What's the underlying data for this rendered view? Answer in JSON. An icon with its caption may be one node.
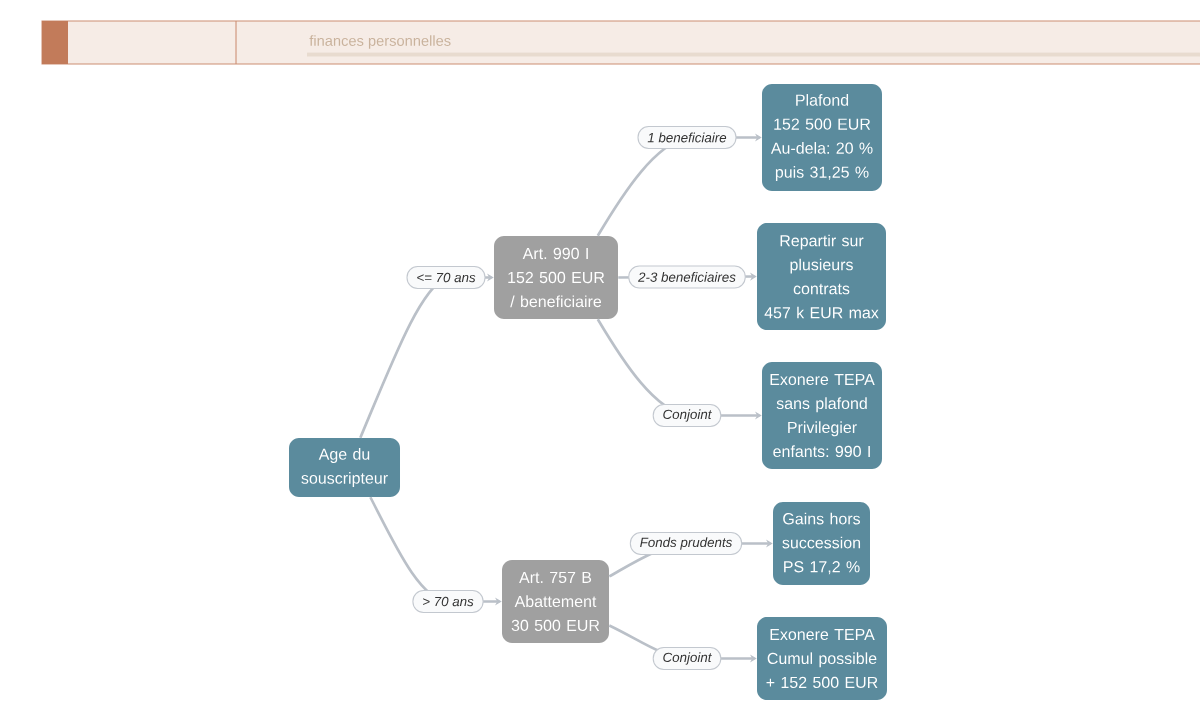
{
  "diagram": {
    "nodes": [
      {
        "text": [
          "Age du souscripteur"
        ]
      },
      {
        "text": [
          "Art. 990 I",
          "152 500 EUR",
          "/ beneficiaire"
        ]
      },
      {
        "text": [
          "Art. 757 B",
          "Abattement",
          "30 500 EUR"
        ]
      },
      {
        "text": [
          "Plafond",
          "152 500 EUR",
          "Au-dela: 20 %",
          "puis 31,25 %"
        ]
      },
      {
        "text": [
          "Repartir sur plusieurs contrats",
          "457 k EUR max"
        ]
      },
      {
        "text": [
          "Exonere TEPA",
          "sans plafond",
          "Privilegier enfants: 990 I"
        ]
      },
      {
        "text": [
          "Gains hors succession",
          "PS 17,2 %"
        ]
      },
      {
        "text": [
          "Exonere TEPA",
          "Cumul possible",
          "+ 152 500 EUR"
        ]
      }
    ],
    "edges": [
      {
        "from": 0,
        "to": 1,
        "arrow": "to",
        "label": "<= 70 ans"
      },
      {
        "from": 0,
        "to": 2,
        "arrow": "to",
        "label": "> 70 ans"
      },
      {
        "from": 1,
        "to": 3,
        "arrow": "to",
        "label": "1 beneficiaire"
      },
      {
        "from": 1,
        "to": 4,
        "arrow": "to",
        "label": "2-3 beneficiaires"
      },
      {
        "from": 1,
        "to": 5,
        "arrow": "to",
        "label": "Conjoint"
      },
      {
        "from": 2,
        "to": 6,
        "arrow": "to",
        "label": "Fonds prudents"
      },
      {
        "from": 2,
        "to": 7,
        "arrow": "to",
        "label": "Conjoint"
      }
    ],
    "labels": [
      "finances personnelles"
    ]
  }
}
